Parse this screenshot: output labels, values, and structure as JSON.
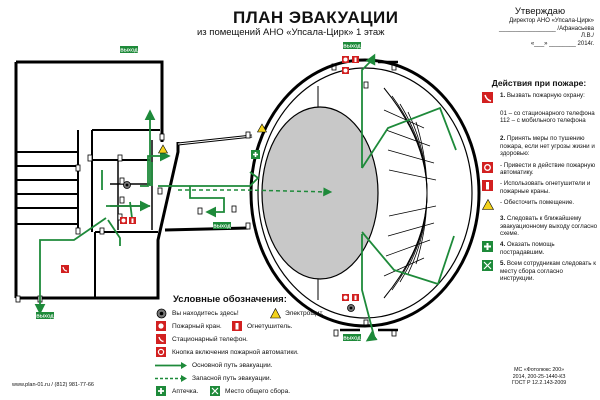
{
  "header": {
    "title": "ПЛАН ЭВАКУАЦИИ",
    "subtitle": "из помещений АНО «Упсала-Цирк» 1 этаж"
  },
  "approval": {
    "heading": "Утверждаю",
    "position": "Директор АНО «Упсала-Цирк»",
    "signature_line": "_________________ /Афанасьева Л.В./",
    "date_line": "«___» ________ 2014г."
  },
  "exit_signs": [
    "ВЫХОД",
    "ВЫХОД",
    "ВЫХОД",
    "ВЫХОД",
    "ВЫХОД"
  ],
  "actions": {
    "heading": "Действия при пожаре:",
    "items": [
      {
        "number": "1.",
        "text": "Вызвать пожарную охрану:",
        "icon": "phone-icon"
      },
      {
        "number": "",
        "text": "01 – со стационарного телефона",
        "icon": ""
      },
      {
        "number": "",
        "text": "112 – с мобильного телефона",
        "icon": ""
      },
      {
        "number": "2.",
        "text": "Принять меры по тушению пожара, если нет угрозы жизни и здоровью:",
        "icon": ""
      },
      {
        "number": "",
        "text": "- Привести в действие пожарную автоматику.",
        "icon": "fire-alarm-button-icon"
      },
      {
        "number": "",
        "text": "- Использовать огнетушители и пожарные краны.",
        "icon": "extinguisher-icon"
      },
      {
        "number": "",
        "text": "- Обесточить помещение.",
        "icon": "electric-hazard-icon"
      },
      {
        "number": "3.",
        "text": "Следовать к ближайшему эвакуационному выходу согласно схеме.",
        "icon": ""
      },
      {
        "number": "4.",
        "text": "Оказать помощь пострадавшим.",
        "icon": "first-aid-icon"
      },
      {
        "number": "5.",
        "text": "Всем сотрудникам следовать к месту сбора согласно инструкции.",
        "icon": "assembly-point-icon"
      }
    ]
  },
  "legend": {
    "heading": "Условные обозначения:",
    "items": {
      "you_are_here": "Вы находитесь здесь!",
      "electric": "Электрощит.",
      "fire_hose": "Пожарный кран.",
      "extinguisher": "Огнетушитель.",
      "phone": "Стационарный телефон.",
      "alarm_button": "Кнопка включения пожарной автоматики.",
      "main_route": "Основной путь эвакуации.",
      "backup_route": "Запасной путь эвакуации.",
      "first_aid": "Аптечка.",
      "assembly": "Место общего сбора."
    }
  },
  "footer": {
    "left": "www.plan-01.ru  /  (812) 981-77-66",
    "right_lines": [
      "МС «Фотолюкс 200»",
      "2014, 200-25-1440-КЗ",
      "ГОСТ Р 12.2.143-2009"
    ]
  },
  "colors": {
    "route": "#1e8a3a",
    "sign_green": "#1e8a3a",
    "fire_red": "#d22020",
    "arena": "#c8c8c8",
    "warning": "#f3d21c"
  }
}
